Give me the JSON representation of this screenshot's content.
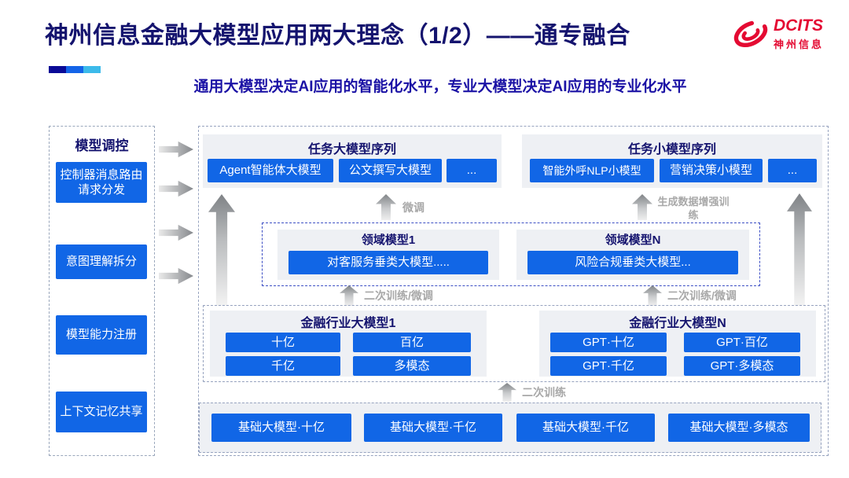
{
  "header": {
    "title": "神州信息金融大模型应用两大理念（1/2）——通专融合",
    "subtitle": "通用大模型决定AI应用的智能化水平，专业大模型决定AI应用的专业化水平",
    "logo_name": "DCITS",
    "logo_cn": "神州信息"
  },
  "colors": {
    "title_navy": "#14136E",
    "subtitle_blue": "#1B12A5",
    "button_blue": "#1166E6",
    "brand_red": "#E40A32",
    "box_gray": "#EEF0F4",
    "accent_bar": [
      "#0A0A96",
      "#1464E8",
      "#3CBAEA"
    ]
  },
  "sidebar": {
    "title": "模型调控",
    "items": [
      "控制器消息路由请求分发",
      "意图理解拆分",
      "模型能力注册",
      "上下文记忆共享"
    ]
  },
  "diagram": {
    "task_large": {
      "title": "任务大模型序列",
      "items": [
        "Agent智能体大模型",
        "公文撰写大模型",
        "..."
      ]
    },
    "task_small": {
      "title": "任务小模型序列",
      "items": [
        "智能外呼NLP小模型",
        "营销决策小模型",
        "..."
      ]
    },
    "labels": {
      "finetune": "微调",
      "augment": "生成数据增强训练",
      "retrain_finetune": "二次训练/微调",
      "retrain": "二次训练"
    },
    "domain_left": {
      "title": "领域模型1",
      "item": "对客服务垂类大模型....."
    },
    "domain_right": {
      "title": "领域模型N",
      "item": "风险合规垂类大模型..."
    },
    "industry_left": {
      "title": "金融行业大模型1",
      "items": [
        "十亿",
        "百亿",
        "千亿",
        "多模态"
      ]
    },
    "industry_right": {
      "title": "金融行业大模型N",
      "items": [
        "GPT·十亿",
        "GPT·百亿",
        "GPT·千亿",
        "GPT·多模态"
      ]
    },
    "base": {
      "items": [
        "基础大模型·十亿",
        "基础大模型·千亿",
        "基础大模型·千亿",
        "基础大模型·多模态"
      ]
    }
  }
}
